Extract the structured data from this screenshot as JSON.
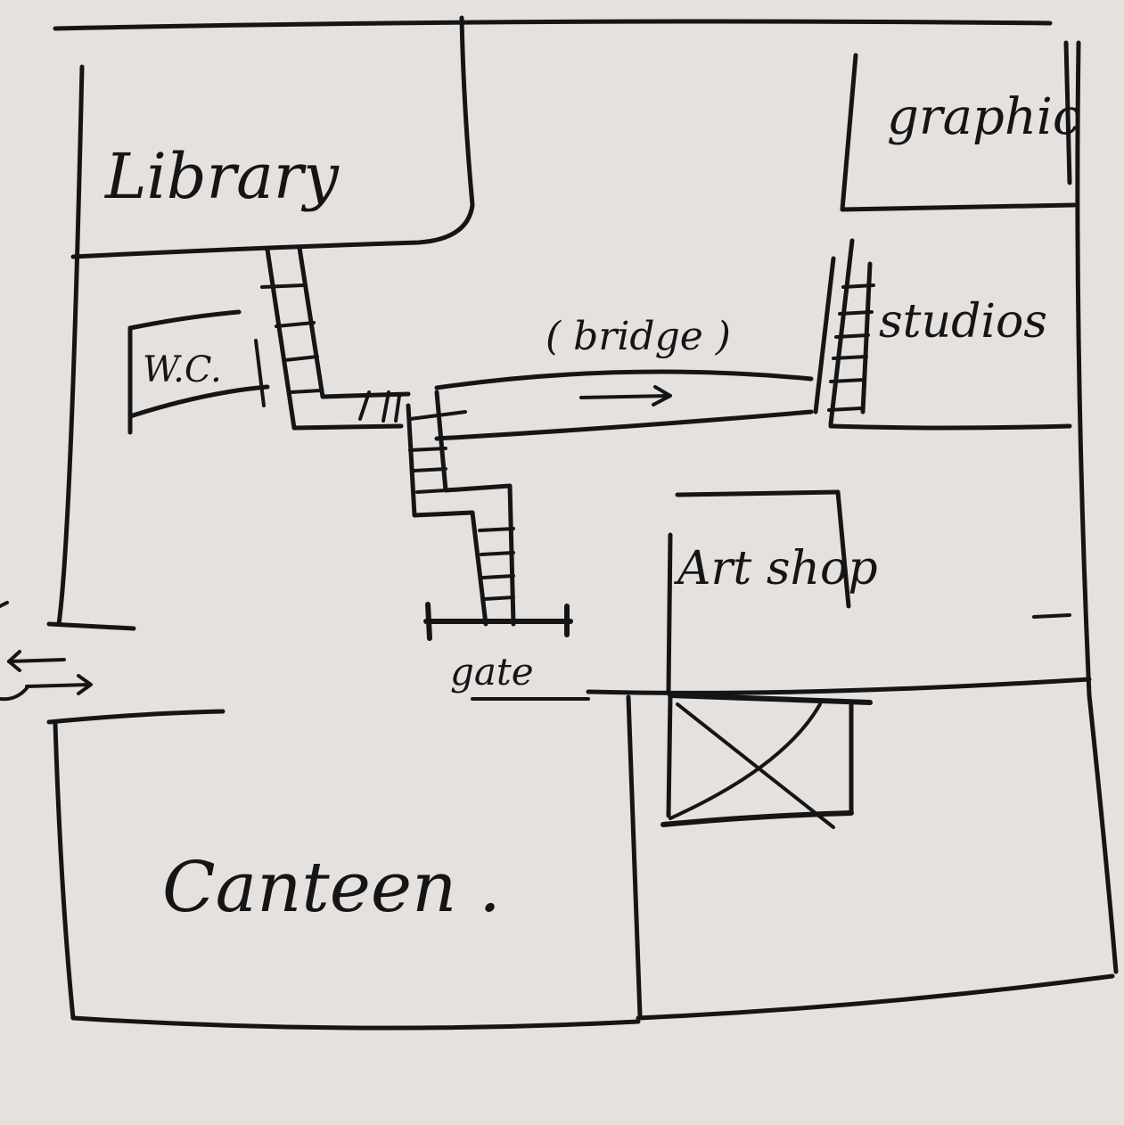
{
  "labels": {
    "library": "Library",
    "wc": "W.C.",
    "bridge": "( bridge )",
    "graphic": "graphic",
    "studios": "studios",
    "art_shop": "Art shop",
    "gate": "gate",
    "canteen": "Canteen ."
  }
}
